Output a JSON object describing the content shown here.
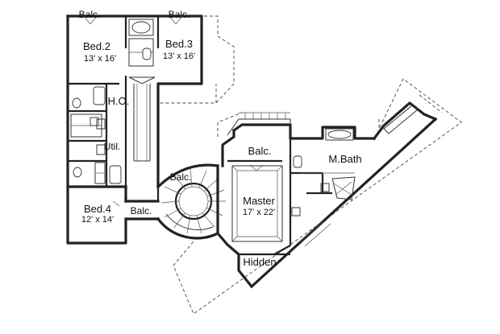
{
  "rooms": {
    "balc_top_left": "Balc.",
    "balc_top_right": "Balc.",
    "bed2_name": "Bed.2",
    "bed2_size": "13' x 16'",
    "bed3_name": "Bed.3",
    "bed3_size": "13' x 16'",
    "ho": "H.O.",
    "util": "Util.",
    "bed4_name": "Bed.4",
    "bed4_size": "12' x 14'",
    "balc_left": "Balc.",
    "balc_stair": "Balc.",
    "balc_master": "Balc.",
    "master_name": "Master",
    "master_size": "17' x 22'",
    "mbath": "M.Bath",
    "hidden": "Hidden"
  }
}
